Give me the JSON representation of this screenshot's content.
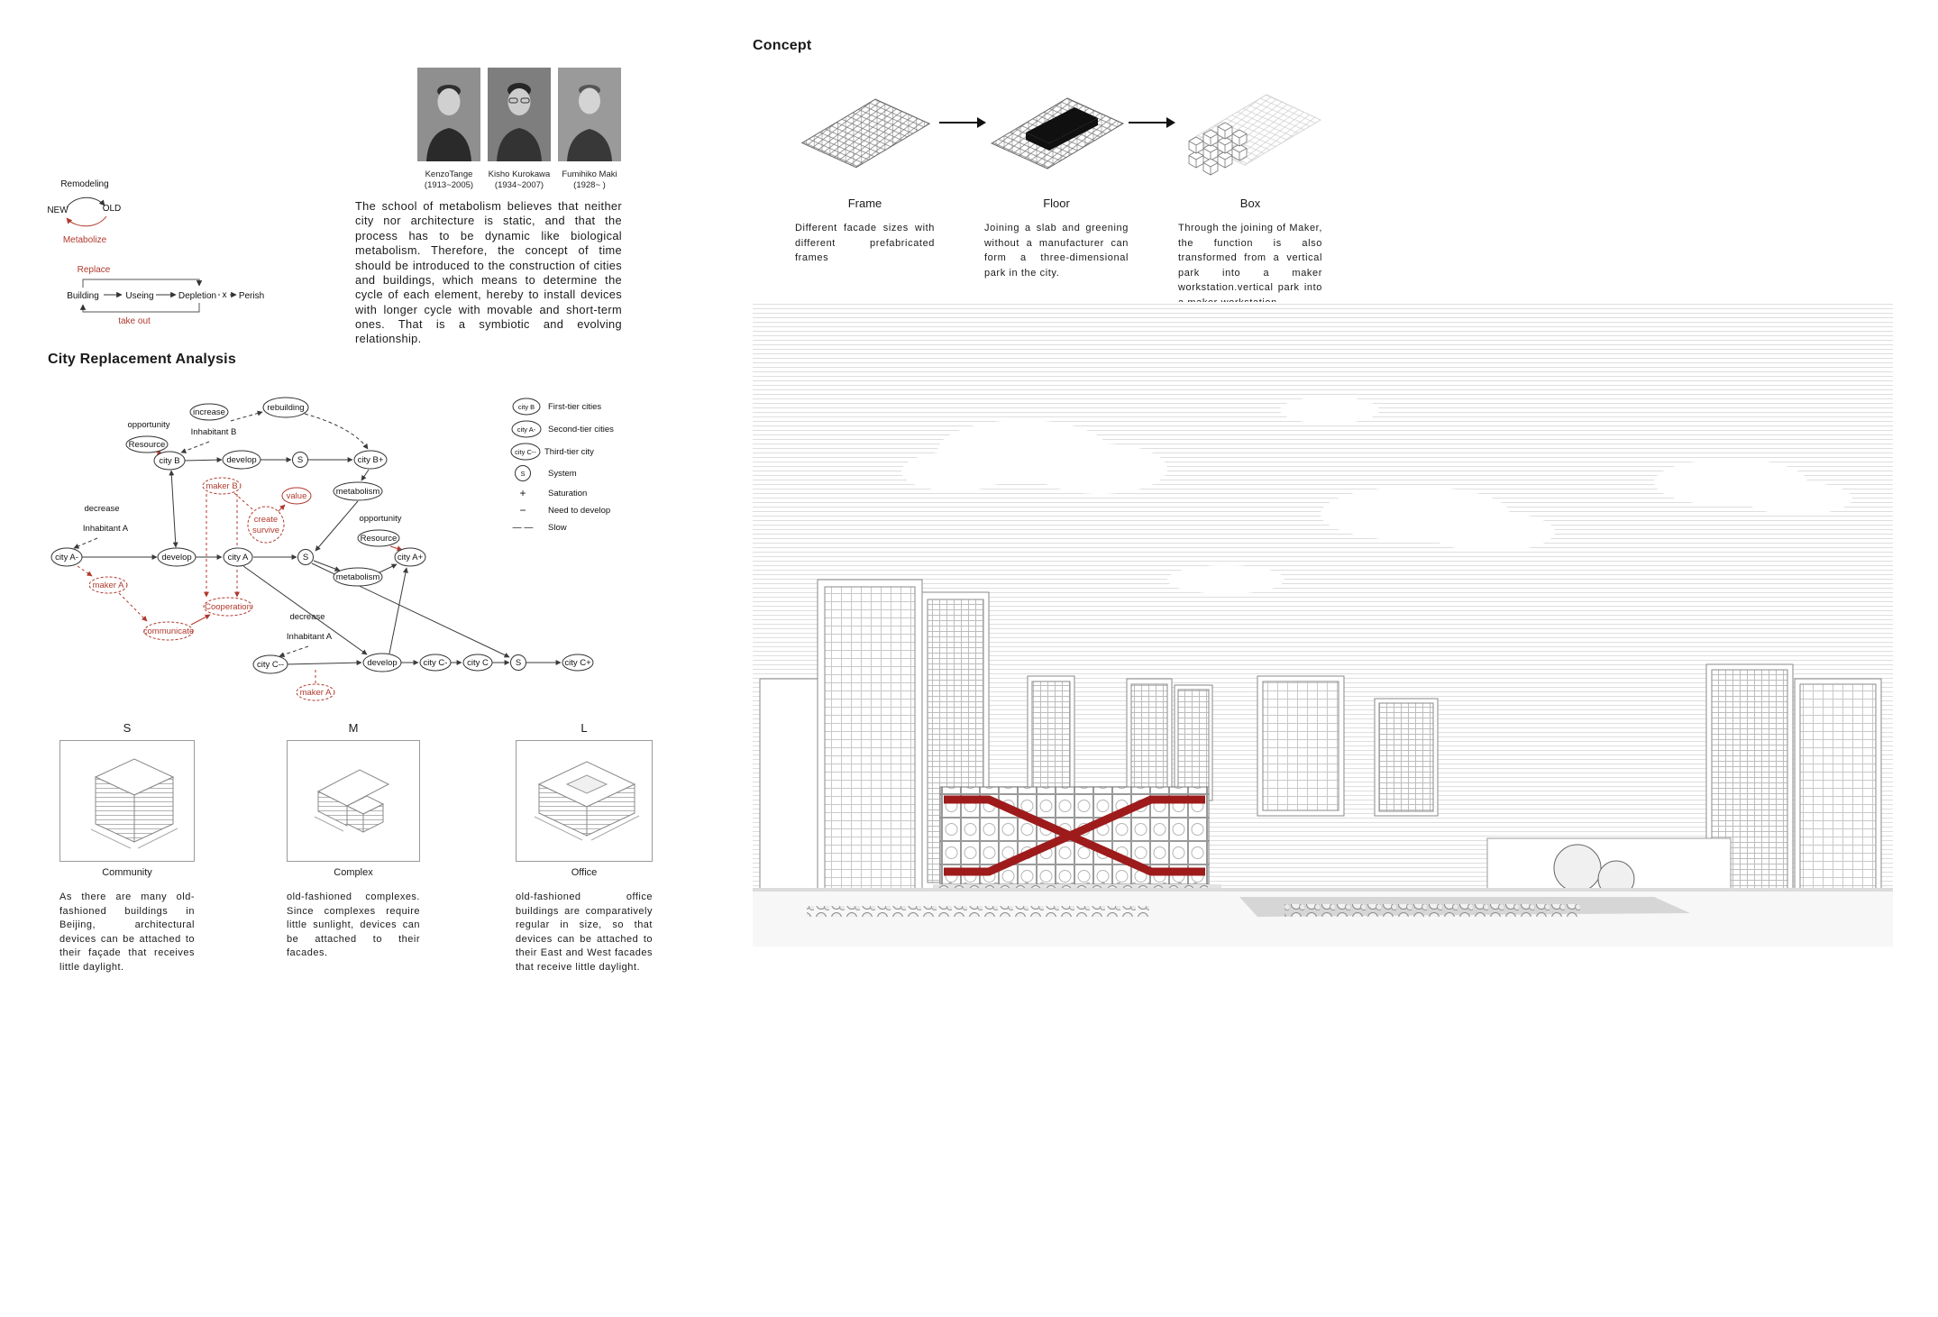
{
  "metabolize": {
    "remodeling": "Remodeling",
    "new": "NEW",
    "old": "OLD",
    "metabolize": "Metabolize",
    "replace": "Replace",
    "take_out": "take out",
    "flow": [
      "Building",
      "Useing",
      "Depletion",
      "x",
      "Perish"
    ]
  },
  "portraits": [
    {
      "name": "KenzoTange",
      "years": "(1913~2005)"
    },
    {
      "name": "Kisho Kurokawa",
      "years": "(1934~2007)"
    },
    {
      "name": "Fumihiko Maki",
      "years": "(1928~    )"
    }
  ],
  "intro": "The school of metabolism believes that neither city nor architecture is static, and that the process has to be dynamic like biological metabolism. Therefore, the concept of time should be introduced to the construction of cities and buildings, which means to determine the cycle of each element, hereby to install devices with longer cycle with movable and short-term ones. That is a symbiotic and evolving relationship.",
  "analysis_title": "City Replacement Analysis",
  "network": {
    "nodes": [
      "rebuilding",
      "increase",
      "Inhabitant B",
      "opportunity",
      "Resource",
      "city B",
      "develop",
      "S",
      "city B+",
      "metabolism",
      "maker B",
      "value",
      "create",
      "survive",
      "decrease",
      "Inhabitant A",
      "city A-",
      "develop",
      "city A",
      "S",
      "metabolism",
      "opportunity",
      "Resource",
      "city A+",
      "maker A",
      "Cooperation",
      "communicate",
      "decrease",
      "Inhabitant A",
      "city C--",
      "develop",
      "city C-",
      "city C",
      "S",
      "city C+",
      "maker A"
    ],
    "legend": [
      {
        "symbol": "city B",
        "label": "First-tier cities"
      },
      {
        "symbol": "city A-",
        "label": "Second-tier cities"
      },
      {
        "symbol": "city C--",
        "label": "Third-tier city"
      },
      {
        "symbol": "S",
        "label": "System"
      },
      {
        "symbol": "+",
        "label": "Saturation"
      },
      {
        "symbol": "−",
        "label": "Need to develop"
      },
      {
        "symbol": "— —",
        "label": "Slow"
      }
    ]
  },
  "sml": [
    {
      "size": "S",
      "category": "Community",
      "text": "As there are many old-fashioned buildings in Beijing, architectural devices can be attached to their façade that receives little daylight."
    },
    {
      "size": "M",
      "category": "Complex",
      "text": "old-fashioned complexes. Since complexes require little sunlight, devices can be attached to their facades."
    },
    {
      "size": "L",
      "category": "Office",
      "text": "old-fashioned office buildings are comparatively regular in size, so that devices can be attached to their East and West facades that receive little daylight."
    }
  ],
  "concept": {
    "title": "Concept",
    "steps": [
      {
        "title": "Frame",
        "text": "Different facade sizes with different prefabricated frames"
      },
      {
        "title": "Floor",
        "text": "Joining a slab and greening without a manufacturer can form a three-dimensional park in the city."
      },
      {
        "title": "Box",
        "text": "Through the joining of Maker, the function is also transformed from a vertical park into a maker workstation.vertical park into a maker workstation."
      }
    ]
  }
}
